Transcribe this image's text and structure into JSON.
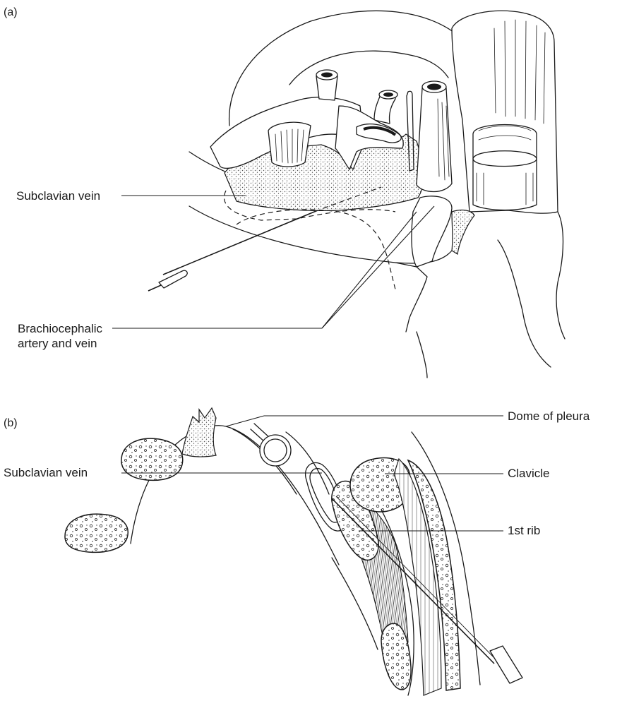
{
  "panels": {
    "a": {
      "tag": "(a)",
      "labels": {
        "subclavian_vein": "Subclavian vein",
        "brachiocephalic_line1": "Brachiocephalic",
        "brachiocephalic_line2": "artery and vein"
      }
    },
    "b": {
      "tag": "(b)",
      "labels": {
        "dome_of_pleura": "Dome of pleura",
        "subclavian_vein": "Subclavian vein",
        "clavicle": "Clavicle",
        "first_rib": "1st rib"
      }
    }
  },
  "colors": {
    "ink": "#1a1a1a",
    "background": "#ffffff",
    "stipple": "#8a8a8a"
  },
  "icons": [
    "needle-icon",
    "syringe-icon"
  ]
}
